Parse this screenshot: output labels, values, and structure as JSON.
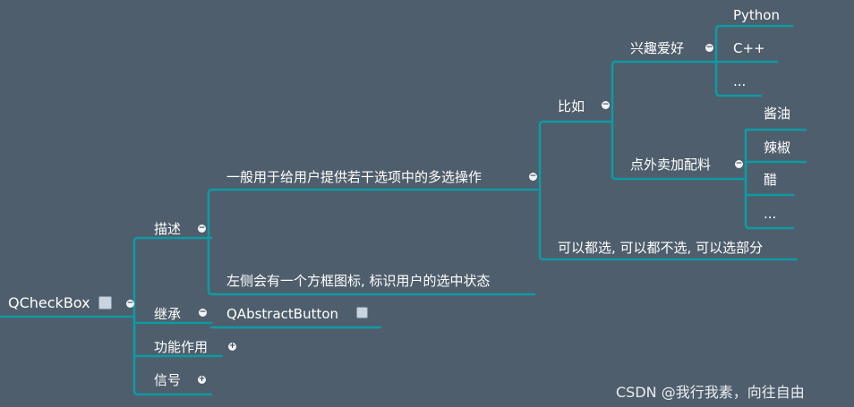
{
  "mindmap": {
    "root": "QCheckBox",
    "desc": "描述",
    "desc_general": "一般用于给用户提供若干选项中的多选操作",
    "desc_eg": "比如",
    "hobby": "兴趣爱好",
    "hobby_items": [
      "Python",
      "C++",
      "..."
    ],
    "takeout": "点外卖加配料",
    "takeout_items": [
      "酱油",
      "辣椒",
      "醋",
      "..."
    ],
    "can_select": "可以都选, 可以都不选, 可以选部分",
    "desc_icon": "左侧会有一个方框图标, 标识用户的选中状态",
    "inherit": "继承",
    "inherit_class": "QAbstractButton",
    "function": "功能作用",
    "signal": "信号"
  },
  "watermark": "CSDN @我行我素，向往自由",
  "colors": {
    "background": "#4f5e6c",
    "branch": "#0e9aa4",
    "text": "#ffffff"
  },
  "icons": {
    "root": "file-note-icon",
    "inherit": "link-icon",
    "collapse": "minus-circle-icon",
    "expand": "plus-circle-icon"
  }
}
